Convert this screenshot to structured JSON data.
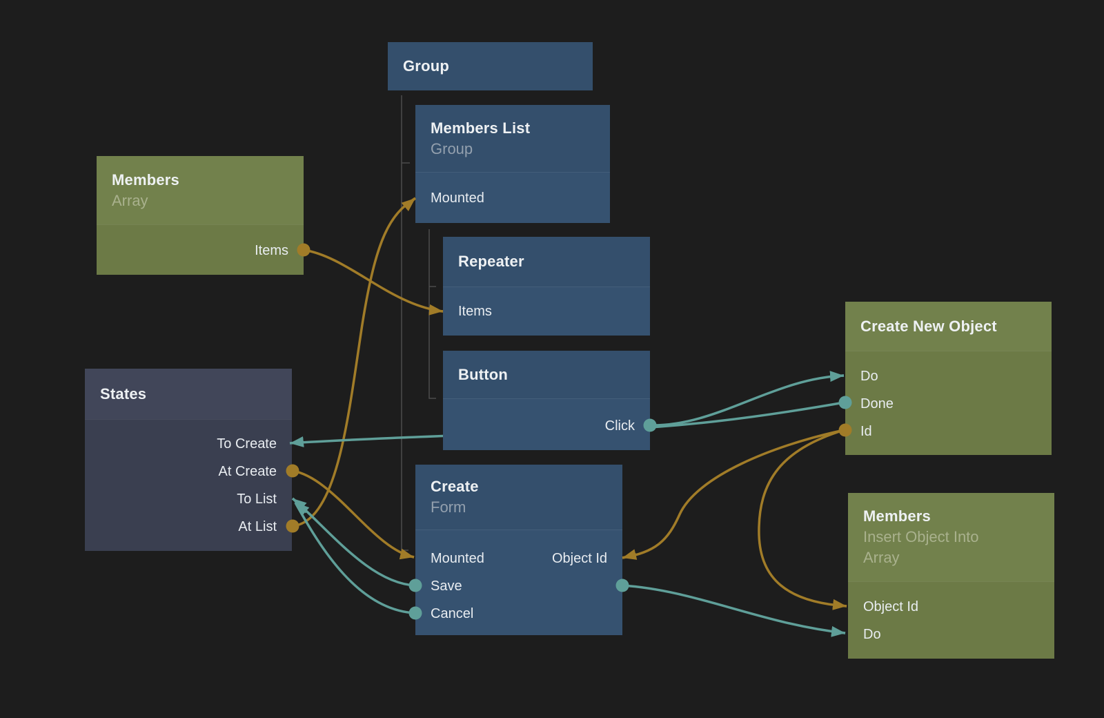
{
  "app": {
    "view": "node-graph-canvas",
    "background": "#1d1d1d"
  },
  "colors": {
    "bg": "#1d1d1d",
    "blue_hd": "#344f6c",
    "blue_bd": "#365270",
    "green_hd": "#72814c",
    "green_bd": "#6c7a46",
    "slate_hd": "#414659",
    "slate_bd": "#3a3f50",
    "title": "#eef1f3",
    "sub_blue": "#93a0ae",
    "sub_green": "#a9b18d",
    "port": "#e9edf1",
    "wire_data": "#a17c28",
    "wire_signal": "#5f9f99",
    "tree": "#4d4d4d"
  },
  "nodes": [
    {
      "id": "group",
      "title": "Group",
      "subtitle": "",
      "kind": "visual",
      "ports": []
    },
    {
      "id": "members-list",
      "title": "Members List",
      "subtitle": "Group",
      "kind": "visual",
      "ports": [
        {
          "label": "Mounted",
          "side": "left",
          "dir": "input",
          "type": "data"
        }
      ]
    },
    {
      "id": "repeater",
      "title": "Repeater",
      "subtitle": "",
      "kind": "visual",
      "ports": [
        {
          "label": "Items",
          "side": "left",
          "dir": "input",
          "type": "data"
        }
      ]
    },
    {
      "id": "button",
      "title": "Button",
      "subtitle": "",
      "kind": "visual",
      "ports": [
        {
          "label": "Click",
          "side": "right",
          "dir": "output",
          "type": "signal"
        }
      ]
    },
    {
      "id": "members-array",
      "title": "Members",
      "subtitle": "Array",
      "kind": "data",
      "ports": [
        {
          "label": "Items",
          "side": "right",
          "dir": "output",
          "type": "data"
        }
      ]
    },
    {
      "id": "states",
      "title": "States",
      "subtitle": "",
      "kind": "logic",
      "ports": [
        {
          "label": "To Create",
          "side": "right",
          "dir": "input",
          "type": "signal"
        },
        {
          "label": "At Create",
          "side": "right",
          "dir": "output",
          "type": "data"
        },
        {
          "label": "To List",
          "side": "right",
          "dir": "input",
          "type": "signal"
        },
        {
          "label": "At List",
          "side": "right",
          "dir": "output",
          "type": "data"
        }
      ]
    },
    {
      "id": "create-form",
      "title": "Create",
      "subtitle": "Form",
      "kind": "visual",
      "ports": [
        {
          "label": "Mounted",
          "side": "left",
          "dir": "input",
          "type": "data"
        },
        {
          "label": "Object Id",
          "side": "right",
          "dir": "input",
          "type": "data"
        },
        {
          "label": "Save",
          "side": "left",
          "dir": "output",
          "type": "signal"
        },
        {
          "label": "Cancel",
          "side": "left",
          "dir": "output",
          "type": "signal"
        }
      ]
    },
    {
      "id": "create-new-object",
      "title": "Create New Object",
      "subtitle": "",
      "kind": "data",
      "ports": [
        {
          "label": "Do",
          "side": "left",
          "dir": "input",
          "type": "signal"
        },
        {
          "label": "Done",
          "side": "left",
          "dir": "output",
          "type": "signal"
        },
        {
          "label": "Id",
          "side": "left",
          "dir": "output",
          "type": "data"
        }
      ]
    },
    {
      "id": "members-insert",
      "title": "Members",
      "subtitle": "Insert Object Into Array",
      "kind": "data",
      "ports": [
        {
          "label": "Object Id",
          "side": "left",
          "dir": "input",
          "type": "data"
        },
        {
          "label": "Do",
          "side": "left",
          "dir": "input",
          "type": "signal"
        }
      ]
    }
  ],
  "hierarchy": [
    {
      "parent": "group",
      "children": [
        "members-list",
        "create-form"
      ]
    },
    {
      "parent": "members-list",
      "children": [
        "repeater",
        "button"
      ]
    }
  ],
  "connections": [
    {
      "from": "members-array.Items",
      "to": "repeater.Items",
      "type": "data"
    },
    {
      "from": "states.At Create",
      "to": "create-form.Mounted",
      "type": "data"
    },
    {
      "from": "states.At List",
      "to": "members-list.Mounted",
      "type": "data"
    },
    {
      "from": "button.Click",
      "to": "create-new-object.Do",
      "type": "signal"
    },
    {
      "from": "create-new-object.Done",
      "to": "states.To Create",
      "type": "signal"
    },
    {
      "from": "create-new-object.Id",
      "to": "create-form.Object Id",
      "type": "data"
    },
    {
      "from": "create-new-object.Id",
      "to": "members-insert.Object Id",
      "type": "data"
    },
    {
      "from": "create-form.Save",
      "to": "states.To List",
      "type": "signal"
    },
    {
      "from": "create-form.Cancel",
      "to": "states.To List",
      "type": "signal"
    },
    {
      "from": "create-form.Save",
      "to": "members-insert.Do",
      "type": "signal"
    }
  ]
}
